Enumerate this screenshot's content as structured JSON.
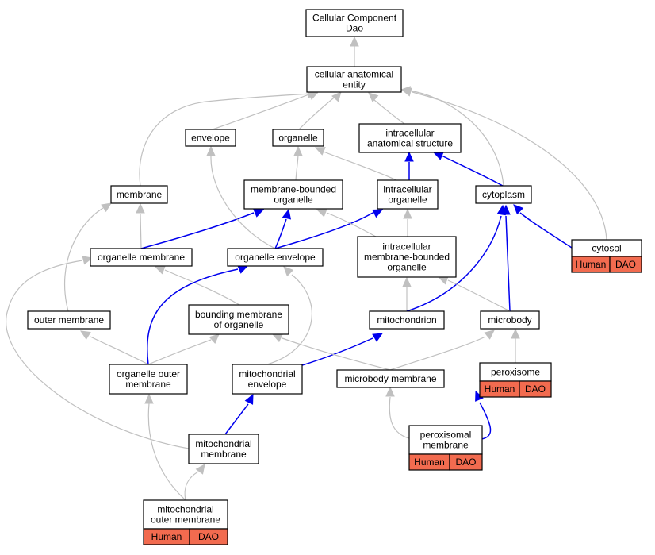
{
  "nodes": {
    "root": [
      "Cellular Component",
      "Dao"
    ],
    "cae": [
      "cellular anatomical",
      "entity"
    ],
    "envelope": [
      "envelope"
    ],
    "organelle": [
      "organelle"
    ],
    "ias": [
      "intracellular",
      "anatomical structure"
    ],
    "membrane": [
      "membrane"
    ],
    "mbo": [
      "membrane-bounded",
      "organelle"
    ],
    "io": [
      "intracellular",
      "organelle"
    ],
    "cytoplasm": [
      "cytoplasm"
    ],
    "cytosol": [
      "cytosol"
    ],
    "om": [
      "organelle membrane"
    ],
    "oe": [
      "organelle envelope"
    ],
    "imbo": [
      "intracellular",
      "membrane-bounded",
      "organelle"
    ],
    "outer": [
      "outer membrane"
    ],
    "bmo": [
      "bounding membrane",
      "of organelle"
    ],
    "mito": [
      "mitochondrion"
    ],
    "microbody": [
      "microbody"
    ],
    "oom": [
      "organelle outer",
      "membrane"
    ],
    "me": [
      "mitochondrial",
      "envelope"
    ],
    "mbm": [
      "microbody membrane"
    ],
    "perox": [
      "peroxisome"
    ],
    "pm": [
      "peroxisomal",
      "membrane"
    ],
    "mm": [
      "mitochondrial",
      "membrane"
    ],
    "mom": [
      "mitochondrial",
      "outer membrane"
    ]
  },
  "tags": {
    "human": "Human",
    "dao": "DAO"
  },
  "colors": {
    "tag": "#f26b4f",
    "edge_gray": "#c0c0c0",
    "edge_blue": "#0000ee"
  }
}
